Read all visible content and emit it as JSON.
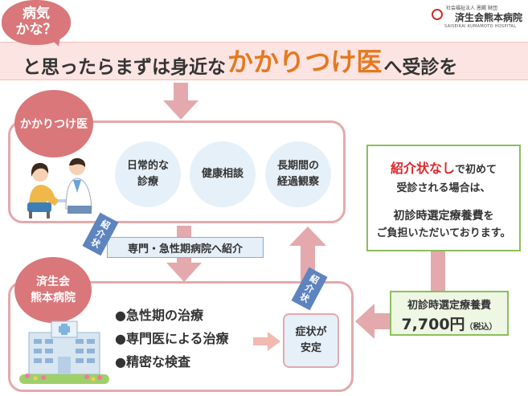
{
  "header": {
    "bubble_line1": "病気",
    "bubble_line2": "かな？",
    "headline_pre": "と思ったらまずは身近な",
    "headline_key": "かかりつけ医",
    "headline_post": "へ受診を"
  },
  "logo": {
    "small": "社会福祉法人 恩賜 財団",
    "name": "済生会熊本病院",
    "english": "SAISEIKAI KUMAMOTO HOSPITAL"
  },
  "kakaritsuke": {
    "label": "かかりつけ医",
    "topics": [
      {
        "line1": "日常的な",
        "line2": "診療"
      },
      {
        "line1": "健康相談",
        "line2": ""
      },
      {
        "line1": "長期間の",
        "line2": "経過観察"
      }
    ]
  },
  "referral": {
    "badge": "紹介状",
    "bar": "専門・急性期病院へ紹介"
  },
  "saiseikai": {
    "label_line1": "済生会",
    "label_line2": "熊本病院",
    "bullets": [
      "●急性期の治療",
      "●専門医による治療",
      "●精密な検査"
    ],
    "stable_line1": "症状が",
    "stable_line2": "安定",
    "return_badge": "紹介状"
  },
  "info": {
    "line1_red": "紹介状なし",
    "line1_rest": "で初めて",
    "line2": "受診される場合は、",
    "line3_key": "初診時選定療養費",
    "line3_rest": "を",
    "line4": "ご負担いただいております。"
  },
  "fee": {
    "label": "初診時選定療養費",
    "amount": "7,700円",
    "tax": "（税込）"
  },
  "colors": {
    "accent_pink": "#d9777a",
    "headline_orange": "#e4791f",
    "badge_blue": "#5e84bf",
    "info_green": "#8bbf5a",
    "red": "#e0272b"
  }
}
